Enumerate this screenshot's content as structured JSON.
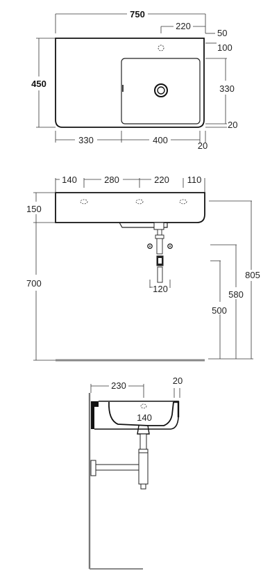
{
  "top_view": {
    "overall_width": "750",
    "overall_depth": "450",
    "tap_offset": "220",
    "edge_50": "50",
    "edge_100": "100",
    "bowl_depth": "330",
    "edge_20_right": "20",
    "deck_width": "330",
    "bowl_width": "400",
    "edge_20_bottom": "20"
  },
  "front_view": {
    "hole_140": "140",
    "hole_280": "280",
    "hole_220": "220",
    "hole_110": "110",
    "rim_height": "150",
    "mount_height": "700",
    "waste_width": "120",
    "height_805": "805",
    "height_580": "580",
    "height_500": "500"
  },
  "side_view": {
    "projection": "230",
    "rim_thickness": "20",
    "drain_offset": "140"
  },
  "colors": {
    "line": "#111111",
    "floor": "#888888"
  }
}
